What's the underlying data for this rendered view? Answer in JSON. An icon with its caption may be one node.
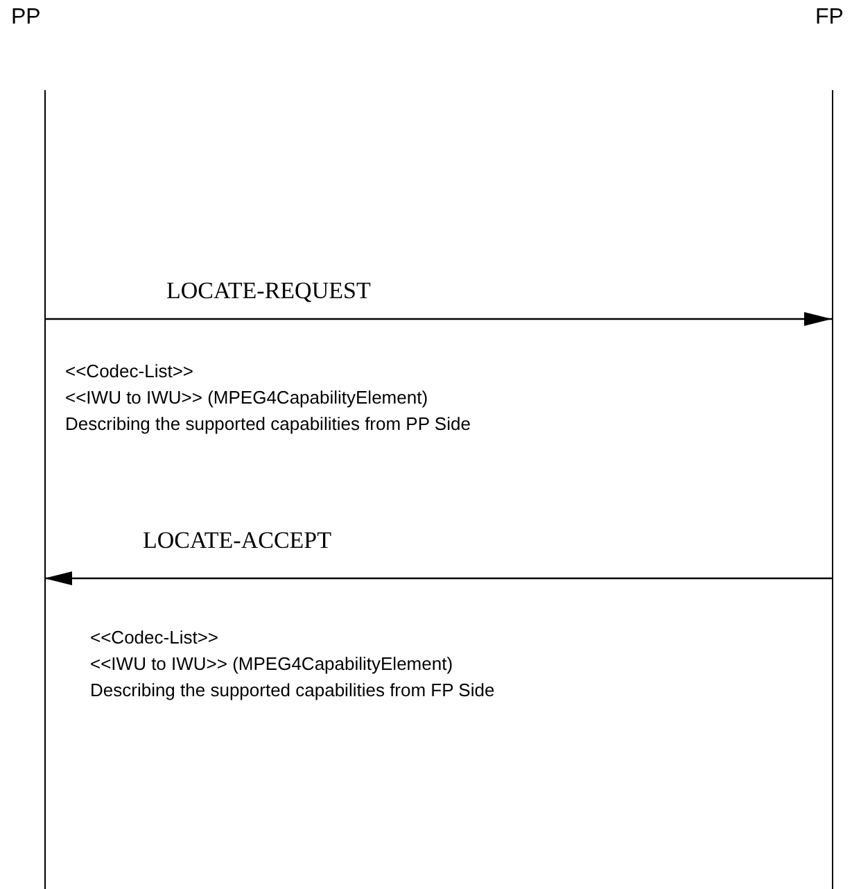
{
  "diagram": {
    "nodes": [
      {
        "text": [
          "PP"
        ]
      },
      {
        "text": [
          "FP"
        ]
      }
    ],
    "edges": [
      {
        "from": 0,
        "to": 1,
        "arrow": "to",
        "label": "LOCATE-REQUEST"
      },
      {
        "from": 1,
        "to": 0,
        "arrow": "to",
        "label": "LOCATE-ACCEPT"
      }
    ],
    "labels": [
      "<<Codec-List>>",
      "<<IWU to IWU>> (MPEG4CapabilityElement)",
      "Describing the supported capabilities from PP Side",
      "<<Codec-List>>",
      "<<IWU to IWU>> (MPEG4CapabilityElement)",
      "Describing the supported capabilities from FP Side"
    ]
  }
}
